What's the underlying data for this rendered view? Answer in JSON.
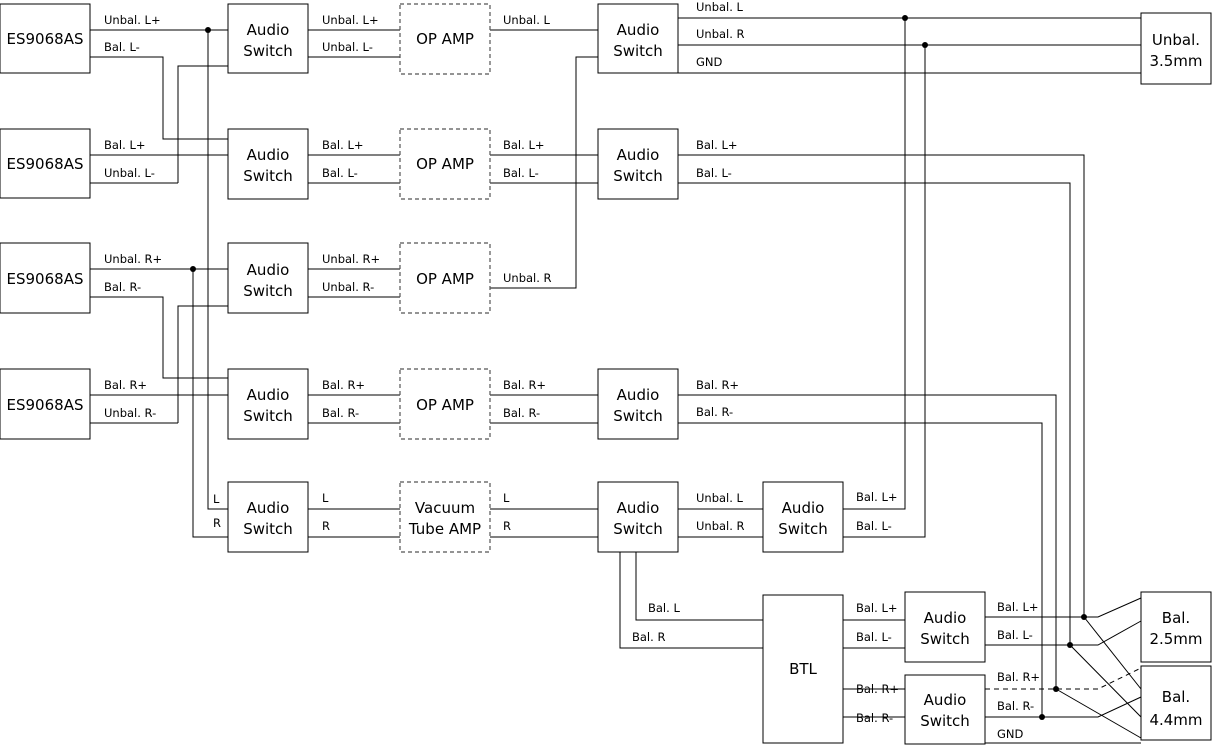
{
  "blocks": {
    "dac1": "ES9068AS",
    "dac2": "ES9068AS",
    "dac3": "ES9068AS",
    "dac4": "ES9068AS",
    "sw_a1": [
      "Audio",
      "Switch"
    ],
    "sw_a2": [
      "Audio",
      "Switch"
    ],
    "sw_a3": [
      "Audio",
      "Switch"
    ],
    "sw_a4": [
      "Audio",
      "Switch"
    ],
    "sw_a5": [
      "Audio",
      "Switch"
    ],
    "amp1": "OP AMP",
    "amp2": "OP AMP",
    "amp3": "OP AMP",
    "amp4": "OP AMP",
    "amp5": [
      "Vacuum",
      "Tube AMP"
    ],
    "sw_b1": [
      "Audio",
      "Switch"
    ],
    "sw_b2": [
      "Audio",
      "Switch"
    ],
    "sw_b4": [
      "Audio",
      "Switch"
    ],
    "sw_b5": [
      "Audio",
      "Switch"
    ],
    "sw_c5": [
      "Audio",
      "Switch"
    ],
    "btl": "BTL",
    "sw_d1": [
      "Audio",
      "Switch"
    ],
    "sw_d2": [
      "Audio",
      "Switch"
    ],
    "out_35": [
      "Unbal.",
      "3.5mm"
    ],
    "out_25": [
      "Bal.",
      "2.5mm"
    ],
    "out_44": [
      "Bal.",
      "4.4mm"
    ]
  },
  "labels": {
    "dac1_top": "Unbal. L+",
    "dac1_bot": "Bal. L-",
    "dac2_top": "Bal. L+",
    "dac2_bot": "Unbal. L-",
    "dac3_top": "Unbal. R+",
    "dac3_bot": "Bal. R-",
    "dac4_top": "Bal. R+",
    "dac4_bot": "Unbal. R-",
    "sw5_in_l": "L",
    "sw5_in_r": "R",
    "swa1_top": "Unbal. L+",
    "swa1_bot": "Unbal. L-",
    "swa2_top": "Bal. L+",
    "swa2_bot": "Bal. L-",
    "swa3_top": "Unbal. R+",
    "swa3_bot": "Unbal. R-",
    "swa4_top": "Bal. R+",
    "swa4_bot": "Bal. R-",
    "swa5_top": "L",
    "swa5_bot": "R",
    "amp1_out": "Unbal. L",
    "amp2_top": "Bal. L+",
    "amp2_bot": "Bal. L-",
    "amp3_out": "Unbal. R",
    "amp4_top": "Bal. R+",
    "amp4_bot": "Bal. R-",
    "amp5_top": "L",
    "amp5_bot": "R",
    "swb1_l": "Unbal. L",
    "swb1_r": "Unbal. R",
    "swb1_gnd": "GND",
    "swb2_top": "Bal. L+",
    "swb2_bot": "Bal. L-",
    "swb4_top": "Bal. R+",
    "swb4_bot": "Bal. R-",
    "swb5_top": "Unbal. L",
    "swb5_bot": "Unbal. R",
    "swc5_top": "Bal. L+",
    "swc5_bot": "Bal. L-",
    "btl_in_l": "Bal. L",
    "btl_in_r": "Bal. R",
    "btl_out1": "Bal. L+",
    "btl_out2": "Bal. L-",
    "btl_out3": "Bal. R+",
    "btl_out4": "Bal. R-",
    "swd1_top": "Bal. L+",
    "swd1_bot": "Bal. L-",
    "swd2_top": "Bal. R+",
    "swd2_bot": "Bal. R-",
    "swd2_gnd": "GND"
  }
}
